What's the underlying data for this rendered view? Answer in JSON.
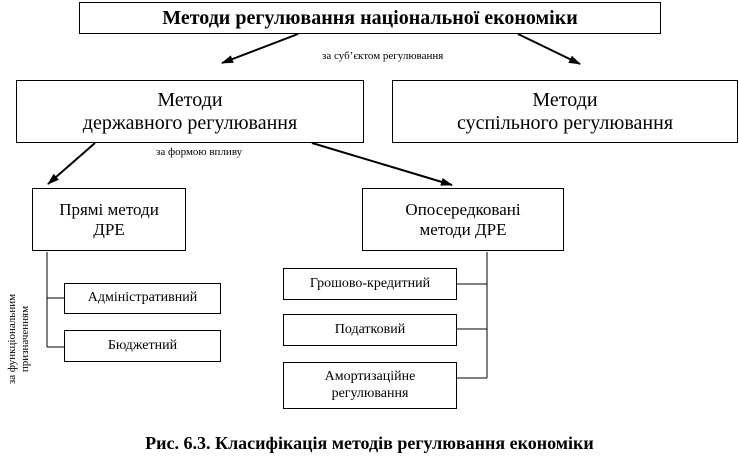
{
  "diagram": {
    "root": "Методи регулювання національної економіки",
    "subject_label": "за суб’єктом регулювання",
    "state_methods": "Методи\nдержавного регулювання",
    "social_methods": "Методи\nсуспільного регулювання",
    "form_label": "за формою впливу",
    "direct": "Прямі методи\nДРЕ",
    "indirect": "Опосередковані\nметоди ДРЕ",
    "function_label": "за функціональним\nпризначенням",
    "direct_items": [
      "Адміністративний",
      "Бюджетний"
    ],
    "indirect_items": [
      "Грошово-кредитний",
      "Податковий",
      "Амортизаційне\nрегулювання"
    ]
  },
  "caption": "Рис. 6.3. Класифікація методів регулювання економіки"
}
